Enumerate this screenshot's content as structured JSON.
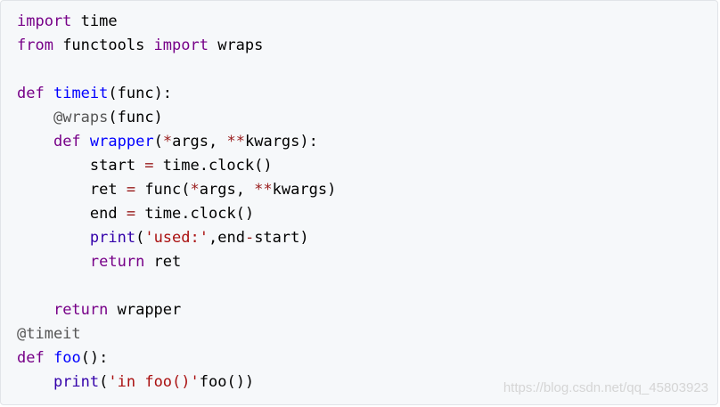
{
  "colors": {
    "background": "#f6f8fa",
    "keyword": "#770088",
    "def": "#0000ff",
    "builtin": "#3300aa",
    "string": "#aa1111",
    "operator": "#981a1a",
    "meta": "#555555"
  },
  "code": {
    "language": "python",
    "lines": [
      [
        {
          "text": "import",
          "kind": "keyword"
        },
        {
          "text": " time",
          "kind": "variable"
        }
      ],
      [
        {
          "text": "from",
          "kind": "keyword"
        },
        {
          "text": " functools ",
          "kind": "variable"
        },
        {
          "text": "import",
          "kind": "keyword"
        },
        {
          "text": " wraps",
          "kind": "variable"
        }
      ],
      [],
      [
        {
          "text": "def",
          "kind": "keyword"
        },
        {
          "text": " ",
          "kind": "variable"
        },
        {
          "text": "timeit",
          "kind": "def"
        },
        {
          "text": "(func):",
          "kind": "variable"
        }
      ],
      [
        {
          "text": "    ",
          "kind": "variable"
        },
        {
          "text": "@wraps",
          "kind": "meta"
        },
        {
          "text": "(func)",
          "kind": "variable"
        }
      ],
      [
        {
          "text": "    ",
          "kind": "variable"
        },
        {
          "text": "def",
          "kind": "keyword"
        },
        {
          "text": " ",
          "kind": "variable"
        },
        {
          "text": "wrapper",
          "kind": "def"
        },
        {
          "text": "(",
          "kind": "variable"
        },
        {
          "text": "*",
          "kind": "operator"
        },
        {
          "text": "args, ",
          "kind": "variable"
        },
        {
          "text": "**",
          "kind": "operator"
        },
        {
          "text": "kwargs):",
          "kind": "variable"
        }
      ],
      [
        {
          "text": "        start ",
          "kind": "variable"
        },
        {
          "text": "=",
          "kind": "operator"
        },
        {
          "text": " time.clock()",
          "kind": "variable"
        }
      ],
      [
        {
          "text": "        ret ",
          "kind": "variable"
        },
        {
          "text": "=",
          "kind": "operator"
        },
        {
          "text": " func(",
          "kind": "variable"
        },
        {
          "text": "*",
          "kind": "operator"
        },
        {
          "text": "args, ",
          "kind": "variable"
        },
        {
          "text": "**",
          "kind": "operator"
        },
        {
          "text": "kwargs)",
          "kind": "variable"
        }
      ],
      [
        {
          "text": "        end ",
          "kind": "variable"
        },
        {
          "text": "=",
          "kind": "operator"
        },
        {
          "text": " time.clock()",
          "kind": "variable"
        }
      ],
      [
        {
          "text": "        ",
          "kind": "variable"
        },
        {
          "text": "print",
          "kind": "builtin"
        },
        {
          "text": "(",
          "kind": "variable"
        },
        {
          "text": "'used:'",
          "kind": "string"
        },
        {
          "text": ",end",
          "kind": "variable"
        },
        {
          "text": "-",
          "kind": "operator"
        },
        {
          "text": "start)",
          "kind": "variable"
        }
      ],
      [
        {
          "text": "        ",
          "kind": "variable"
        },
        {
          "text": "return",
          "kind": "keyword"
        },
        {
          "text": " ret",
          "kind": "variable"
        }
      ],
      [],
      [
        {
          "text": "    ",
          "kind": "variable"
        },
        {
          "text": "return",
          "kind": "keyword"
        },
        {
          "text": " wrapper",
          "kind": "variable"
        }
      ],
      [
        {
          "text": "@timeit",
          "kind": "meta"
        }
      ],
      [
        {
          "text": "def",
          "kind": "keyword"
        },
        {
          "text": " ",
          "kind": "variable"
        },
        {
          "text": "foo",
          "kind": "def"
        },
        {
          "text": "():",
          "kind": "variable"
        }
      ],
      [
        {
          "text": "    ",
          "kind": "variable"
        },
        {
          "text": "print",
          "kind": "builtin"
        },
        {
          "text": "(",
          "kind": "variable"
        },
        {
          "text": "'in foo()'",
          "kind": "string"
        },
        {
          "text": "foo())",
          "kind": "variable"
        }
      ]
    ]
  },
  "watermark": "https://blog.csdn.net/qq_45803923"
}
